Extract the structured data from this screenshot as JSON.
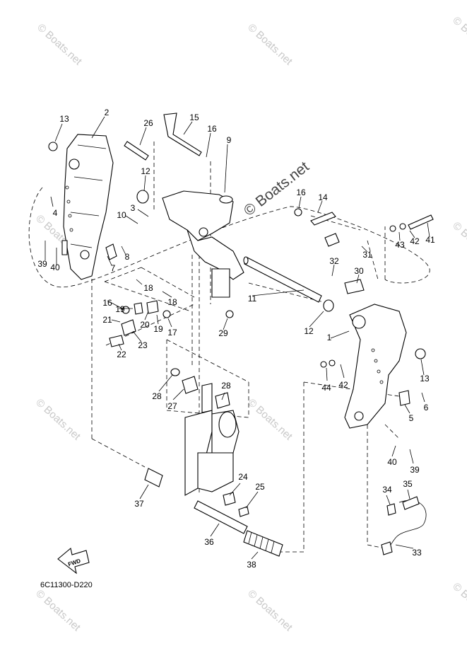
{
  "diagram_code": "6C11300-D220",
  "fwd_label": "FWD",
  "watermark_text": "© Boats.net",
  "center_watermark_text": "© Boats.net",
  "callouts": [
    {
      "id": "c13a",
      "text": "13"
    },
    {
      "id": "c2",
      "text": "2"
    },
    {
      "id": "c26",
      "text": "26"
    },
    {
      "id": "c15",
      "text": "15"
    },
    {
      "id": "c16a",
      "text": "16"
    },
    {
      "id": "c9",
      "text": "9"
    },
    {
      "id": "c12a",
      "text": "12"
    },
    {
      "id": "c4",
      "text": "4"
    },
    {
      "id": "c3",
      "text": "3"
    },
    {
      "id": "c10",
      "text": "10"
    },
    {
      "id": "c39a",
      "text": "39"
    },
    {
      "id": "c40a",
      "text": "40"
    },
    {
      "id": "c7",
      "text": "7"
    },
    {
      "id": "c8",
      "text": "8"
    },
    {
      "id": "c16b",
      "text": "16"
    },
    {
      "id": "c14",
      "text": "14"
    },
    {
      "id": "c43",
      "text": "43"
    },
    {
      "id": "c42a",
      "text": "42"
    },
    {
      "id": "c41",
      "text": "41"
    },
    {
      "id": "c31",
      "text": "31"
    },
    {
      "id": "c32",
      "text": "32"
    },
    {
      "id": "c30",
      "text": "30"
    },
    {
      "id": "c11",
      "text": "11"
    },
    {
      "id": "c18a",
      "text": "18"
    },
    {
      "id": "c18b",
      "text": "18"
    },
    {
      "id": "c16c",
      "text": "16"
    },
    {
      "id": "c19a",
      "text": "19"
    },
    {
      "id": "c21",
      "text": "21"
    },
    {
      "id": "c20",
      "text": "20"
    },
    {
      "id": "c19b",
      "text": "19"
    },
    {
      "id": "c17",
      "text": "17"
    },
    {
      "id": "c29",
      "text": "29"
    },
    {
      "id": "c12b",
      "text": "12"
    },
    {
      "id": "c1",
      "text": "1"
    },
    {
      "id": "c23",
      "text": "23"
    },
    {
      "id": "c22",
      "text": "22"
    },
    {
      "id": "c13b",
      "text": "13"
    },
    {
      "id": "c44",
      "text": "44"
    },
    {
      "id": "c42b",
      "text": "42"
    },
    {
      "id": "c28a",
      "text": "28"
    },
    {
      "id": "c28b",
      "text": "28"
    },
    {
      "id": "c27",
      "text": "27"
    },
    {
      "id": "c5",
      "text": "5"
    },
    {
      "id": "c6",
      "text": "6"
    },
    {
      "id": "c40b",
      "text": "40"
    },
    {
      "id": "c39b",
      "text": "39"
    },
    {
      "id": "c24",
      "text": "24"
    },
    {
      "id": "c25",
      "text": "25"
    },
    {
      "id": "c37",
      "text": "37"
    },
    {
      "id": "c34",
      "text": "34"
    },
    {
      "id": "c35",
      "text": "35"
    },
    {
      "id": "c36",
      "text": "36"
    },
    {
      "id": "c38",
      "text": "38"
    },
    {
      "id": "c33",
      "text": "33"
    }
  ]
}
